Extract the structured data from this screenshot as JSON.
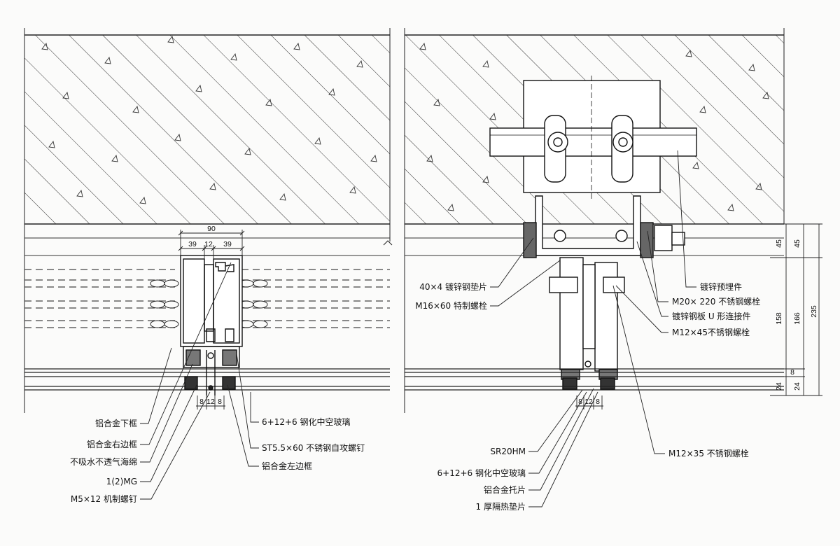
{
  "left_detail": {
    "dims_top": {
      "total": "90",
      "left": "39",
      "mid": "12",
      "right": "39"
    },
    "dims_bottom": {
      "a": "8",
      "b": "12",
      "c": "8"
    },
    "labels": {
      "lower_frame": "铝合金下框",
      "right_side_frame": "铝合金右边框",
      "foam": "不吸水不透气海绵",
      "mg": "1(2)MG",
      "machine_screw": "M5×12 机制螺钉",
      "glass": "6+12+6 钢化中空玻璃",
      "tapping_screw": "ST5.5×60 不锈钢自攻螺钉",
      "left_side_frame": "铝合金左边框"
    }
  },
  "right_detail": {
    "dims_right": {
      "d45a": "45",
      "d45b": "45",
      "d158": "158",
      "d166": "166",
      "d235": "235",
      "d24a": "24",
      "d8": "8",
      "d24b": "24"
    },
    "dims_bottom": {
      "a": "8",
      "b": "12",
      "c": "8"
    },
    "labels": {
      "gasket": "40×4 镀锌钢垫片",
      "special_bolt": "M16×60 特制螺栓",
      "embedded": "镀锌预埋件",
      "m20_bolt": "M20× 220 不锈钢螺栓",
      "u_connector": "镀锌钢板 U 形连接件",
      "m12x45": "M12×45不锈钢螺栓",
      "sr20hm": "SR20HM",
      "glass": "6+12+6 钢化中空玻璃",
      "bracket": "铝合金托片",
      "pad": "1 厚隔热垫片",
      "m12x35": "M12×35 不锈钢螺栓"
    }
  }
}
